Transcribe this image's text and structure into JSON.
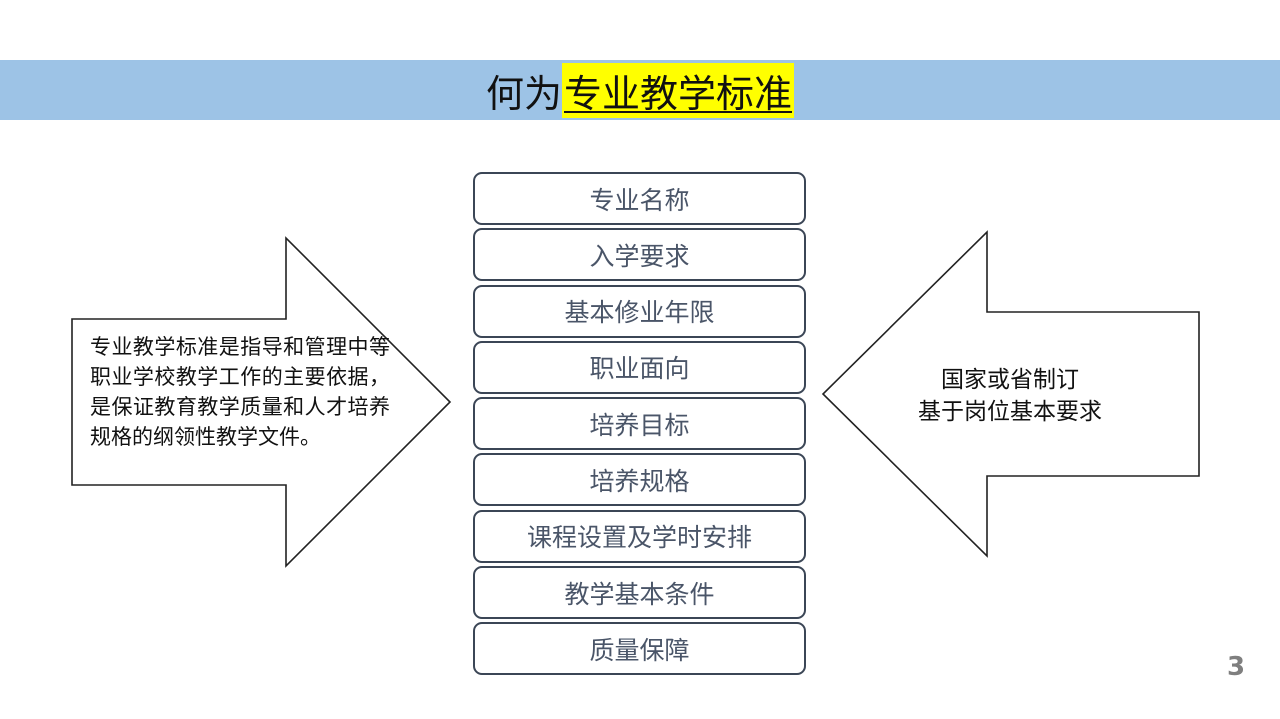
{
  "title": {
    "prefix": "何为",
    "highlight": "专业教学标准"
  },
  "left_arrow": {
    "text": "专业教学标准是指导和管理中等职业学校教学工作的主要依据，是保证教育教学质量和人才培养规格的纲领性教学文件。"
  },
  "right_arrow": {
    "line1": "国家或省制订",
    "line2": "基于岗位基本要求"
  },
  "items": [
    "专业名称",
    "入学要求",
    "基本修业年限",
    "职业面向",
    "培养目标",
    "培养规格",
    "课程设置及学时安排",
    "教学基本条件",
    "质量保障"
  ],
  "page_number": "3",
  "colors": {
    "title_bar": "#9dc3e6",
    "highlight": "#ffff00",
    "box_border": "#3b4656",
    "item_text": "#4a5568",
    "page_number": "#7f7f7f"
  }
}
